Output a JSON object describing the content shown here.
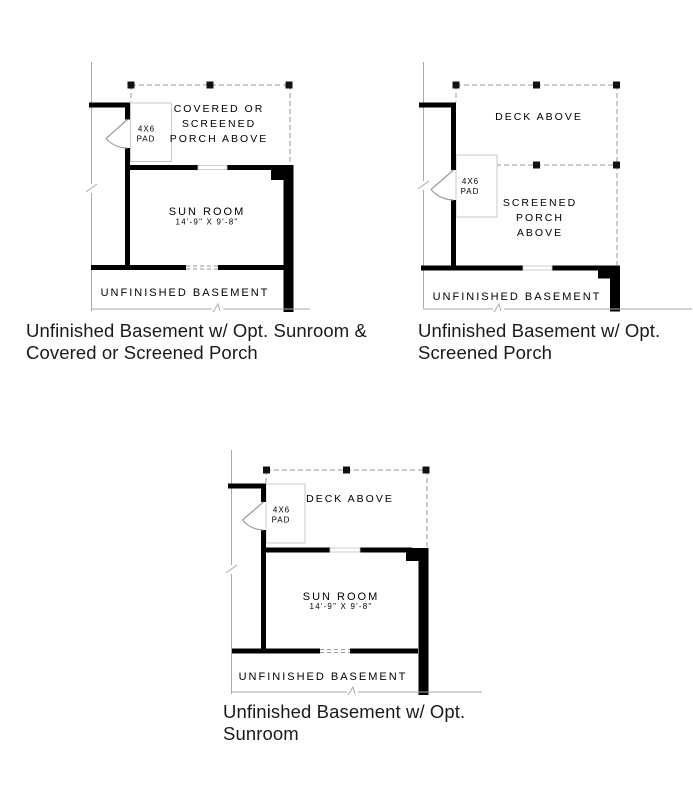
{
  "colors": {
    "wall": "#000000",
    "thin_line": "#a9a9a9",
    "dashed_line": "#9a9a9a",
    "pad_border": "#c9c9c9",
    "caption_text": "#1a1a1a"
  },
  "plans": {
    "plan1": {
      "porch_label_1": "COVERED OR",
      "porch_label_2": "SCREENED",
      "porch_label_3": "PORCH ABOVE",
      "pad_label_1": "4X6",
      "pad_label_2": "PAD",
      "room_label": "SUN ROOM",
      "room_dims": "14'-9\" X 9'-8\"",
      "basement_label": "UNFINISHED BASEMENT",
      "caption_1": "Unfinished Basement w/ Opt. Sunroom &",
      "caption_2": "Covered or Screened Porch"
    },
    "plan2": {
      "deck_label": "DECK ABOVE",
      "porch_label_1": "SCREENED",
      "porch_label_2": "PORCH",
      "porch_label_3": "ABOVE",
      "pad_label_1": "4X6",
      "pad_label_2": "PAD",
      "basement_label": "UNFINISHED BASEMENT",
      "caption_1": "Unfinished Basement w/ Opt.",
      "caption_2": "Screened Porch"
    },
    "plan3": {
      "deck_label": "DECK ABOVE",
      "pad_label_1": "4X6",
      "pad_label_2": "PAD",
      "room_label": "SUN ROOM",
      "room_dims": "14'-9\" X 9'-8\"",
      "basement_label": "UNFINISHED BASEMENT",
      "caption_1": "Unfinished Basement w/ Opt.",
      "caption_2": "Sunroom"
    }
  }
}
